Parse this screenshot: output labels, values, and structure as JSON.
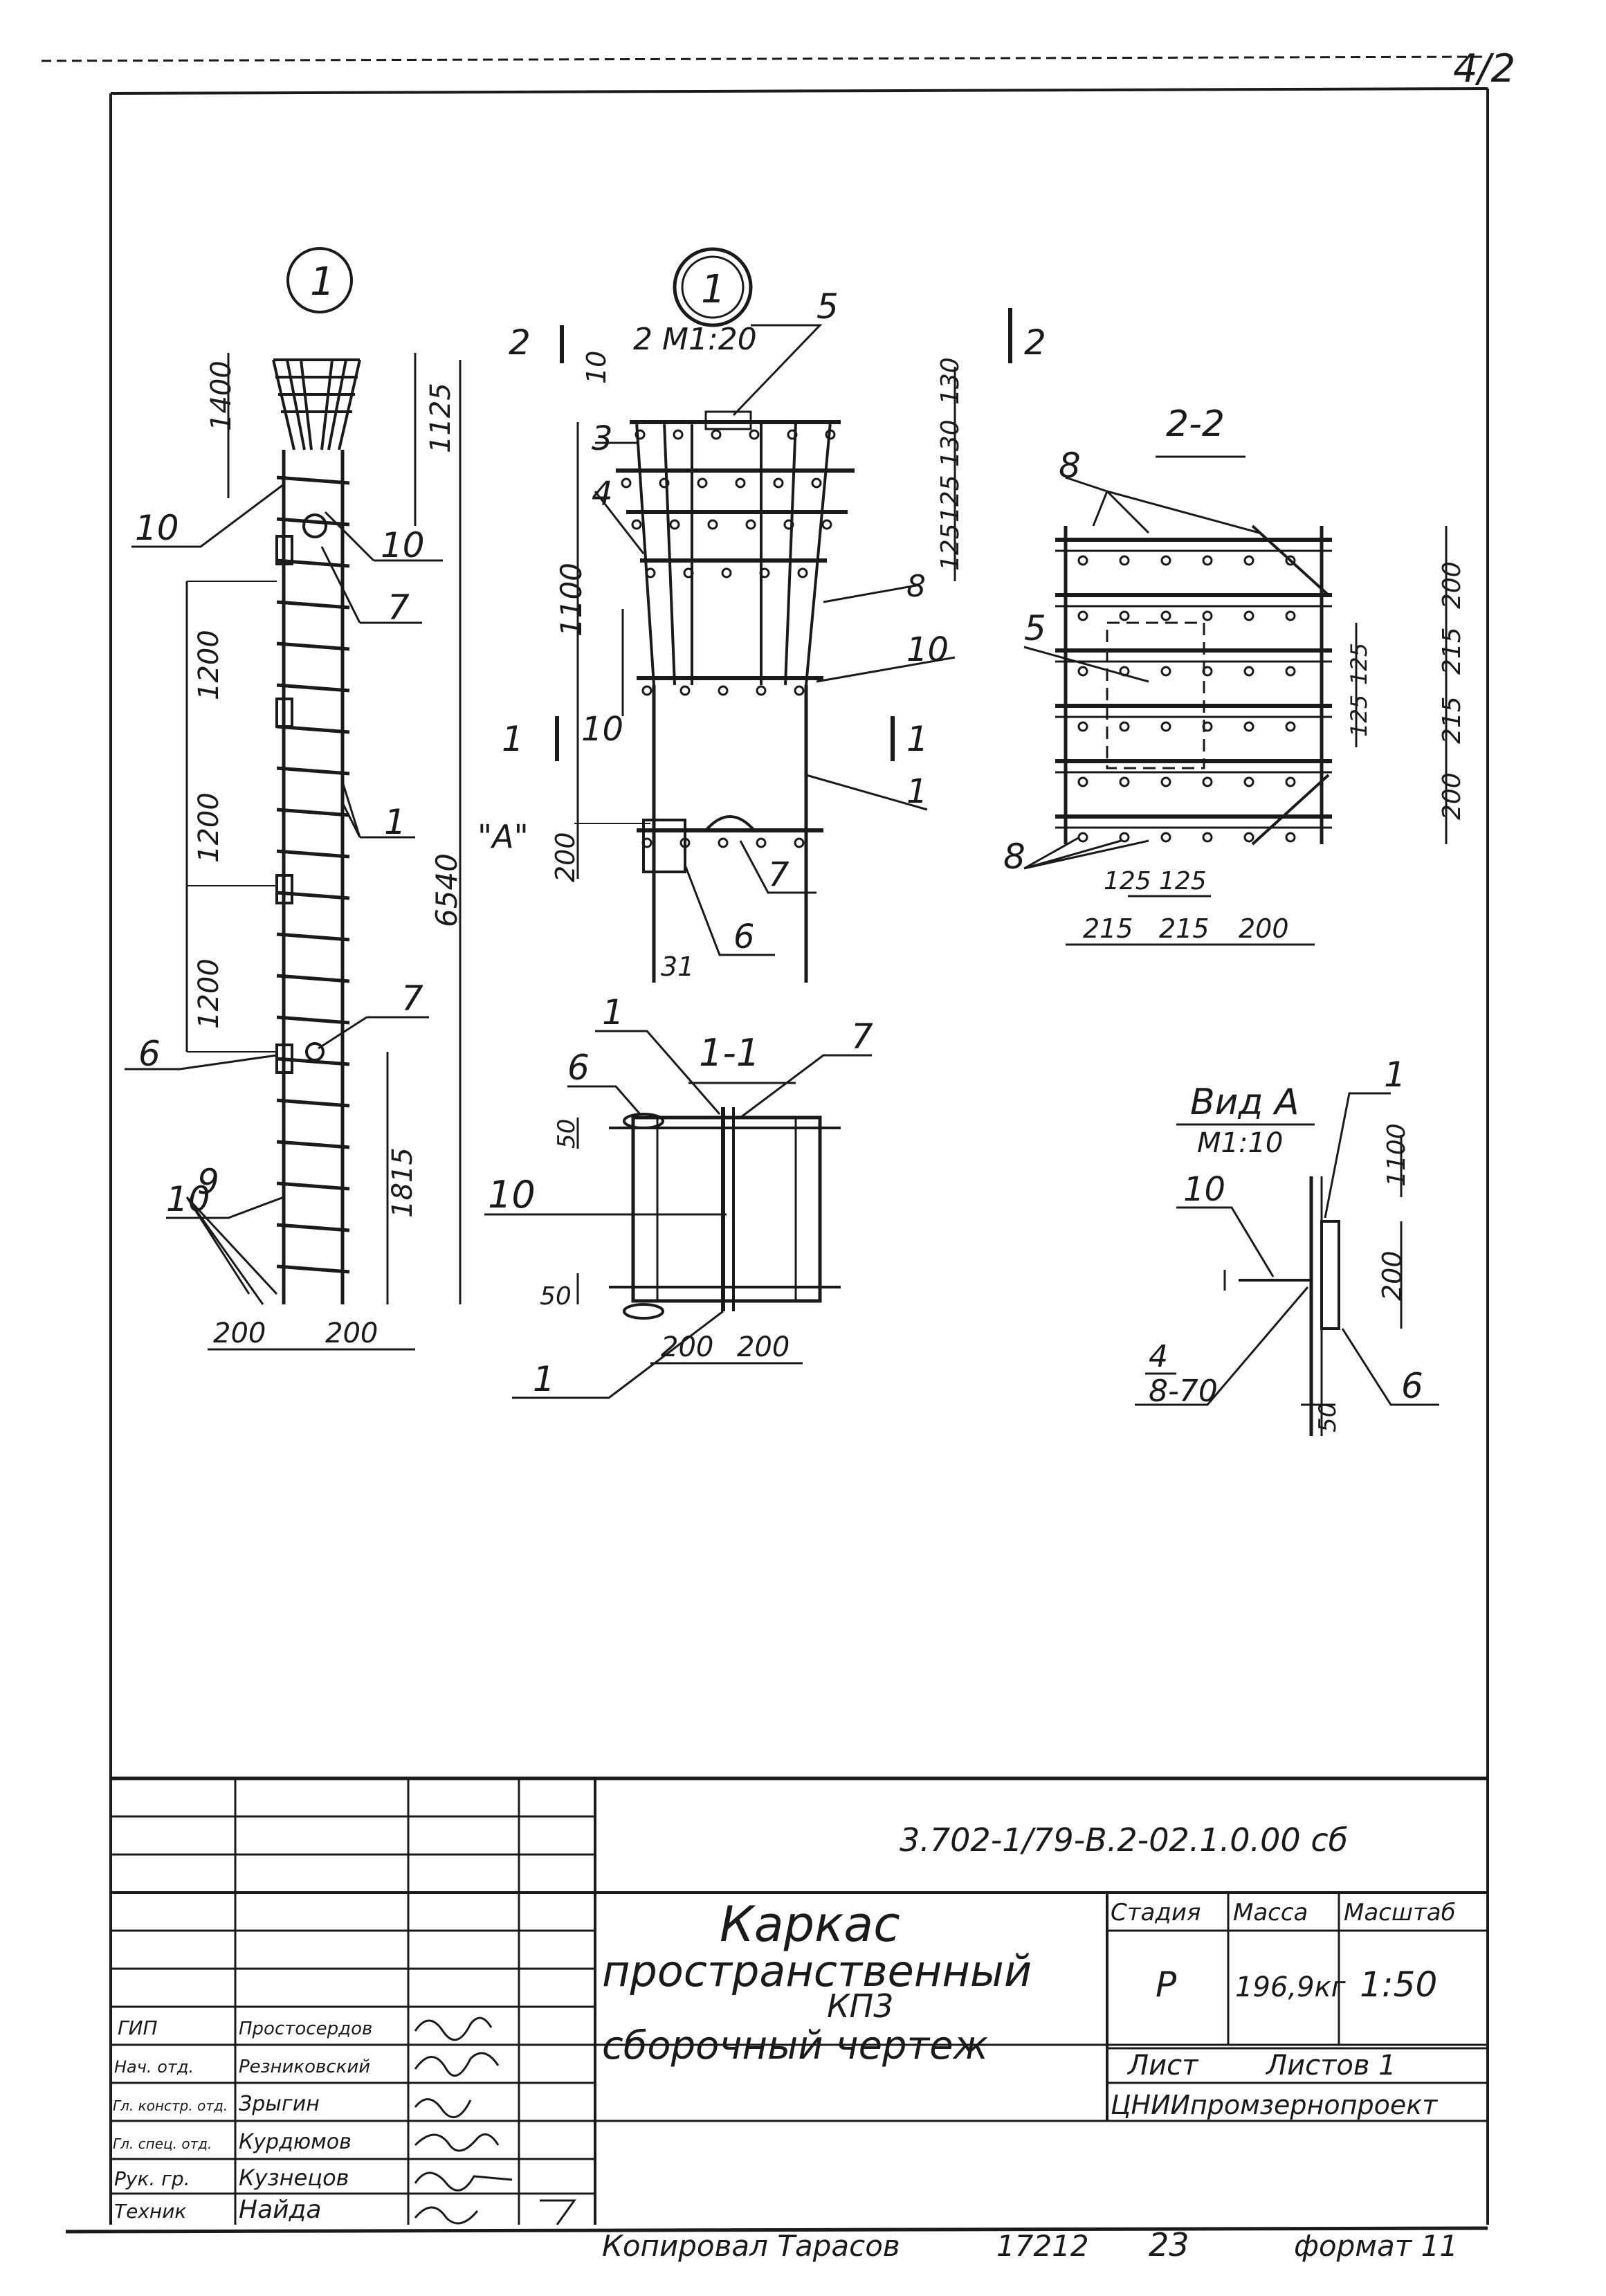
{
  "corner_mark": "4/2",
  "views": {
    "elevation": {
      "marker": "1",
      "dims": [
        "1400",
        "1125",
        "1200",
        "1200",
        "1200",
        "6540",
        "1815",
        "200",
        "200"
      ],
      "callouts": [
        "10",
        "10",
        "7",
        "1",
        "7",
        "6",
        "10",
        "9"
      ]
    },
    "detail_top": {
      "marker": "1",
      "label": "2 М1:20",
      "section_marks": [
        "2",
        "2",
        "1",
        "1"
      ],
      "view_mark": "\"A\"",
      "dims": [
        "10",
        "130",
        "130",
        "125",
        "125",
        "1100",
        "200",
        "31"
      ],
      "callouts": [
        "5",
        "3",
        "4",
        "8",
        "10",
        "10",
        "1",
        "7",
        "6"
      ]
    },
    "section_2_2": {
      "title": "2-2",
      "dims": [
        "200",
        "215",
        "215",
        "125",
        "125",
        "200",
        "125",
        "125",
        "215",
        "215",
        "200"
      ],
      "callouts": [
        "8",
        "5",
        "8"
      ]
    },
    "section_1_1": {
      "title": "1-1",
      "dims": [
        "50",
        "50",
        "200",
        "200"
      ],
      "callouts": [
        "1",
        "7",
        "6",
        "10",
        "1"
      ]
    },
    "view_a": {
      "title": "Вид А",
      "scale": "М1:10",
      "dims": [
        "1100",
        "200",
        "50"
      ],
      "callouts": [
        "1",
        "10",
        "4",
        "8-70",
        "6"
      ]
    }
  },
  "title_block": {
    "doc_code": "3.702-1/79-В.2-02.1.0.00 сб",
    "title_lines": [
      "Каркас",
      "пространственный",
      "КП3",
      "сборочный чертеж"
    ],
    "stage_header": "Стадия",
    "mass_header": "Масса",
    "scale_header": "Масштаб",
    "stage": "Р",
    "mass": "196,9кг",
    "scale": "1:50",
    "sheet_label": "Лист",
    "sheets_label": "Листов 1",
    "organization": "ЦНИИпромзернопроект",
    "signatures": [
      {
        "role": "ГИП",
        "name": "Простосердов"
      },
      {
        "role": "Нач. отд.",
        "name": "Резниковский"
      },
      {
        "role": "Гл. констр. отд.",
        "name": "Зрыгин"
      },
      {
        "role": "Гл. спец. отд.",
        "name": "Курдюмов"
      },
      {
        "role": "Рук. гр.",
        "name": "Кузнецов"
      },
      {
        "role": "Техник",
        "name": "Найда"
      }
    ]
  },
  "footer": {
    "copied": "Копировал Тарасов",
    "order": "17212",
    "sheet_no": "23",
    "format": "формат 11"
  }
}
